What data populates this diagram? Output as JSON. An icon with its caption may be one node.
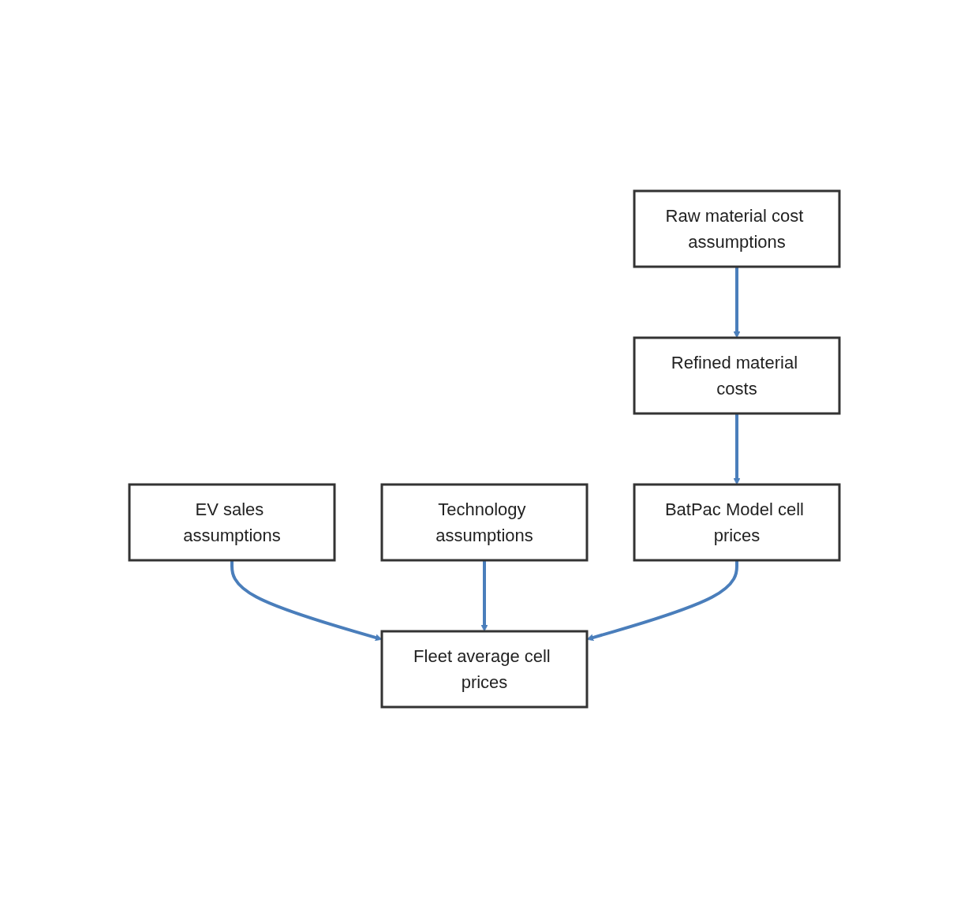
{
  "diagram": {
    "nodes": [
      {
        "text": [
          "EV sales assumptions"
        ]
      },
      {
        "text": [
          "Technology assumptions"
        ]
      },
      {
        "text": [
          "Raw material cost assumptions"
        ]
      },
      {
        "text": [
          "Refined material costs"
        ]
      },
      {
        "text": [
          "BatPac Model cell prices"
        ]
      },
      {
        "text": [
          "Fleet average cell prices"
        ]
      }
    ],
    "edges": [
      {
        "from": 0,
        "to": 5,
        "arrow": "to"
      },
      {
        "from": 1,
        "to": 5,
        "arrow": "to"
      },
      {
        "from": 2,
        "to": 3,
        "arrow": "to"
      },
      {
        "from": 3,
        "to": 4,
        "arrow": "to"
      },
      {
        "from": 4,
        "to": 5,
        "arrow": "to"
      }
    ]
  }
}
